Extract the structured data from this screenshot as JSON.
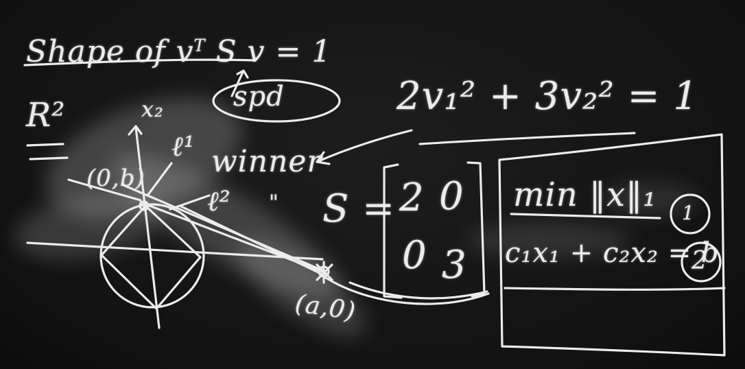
{
  "board": {
    "title": "Shape of v",
    "title_super": "T",
    "title_rest": "S v = 1",
    "spd_label": "spd",
    "equation": "2v₁² + 3v₂² = 1",
    "space_label": "R²",
    "axis_y_label": "x₂",
    "intercept_top": "(0,b)",
    "line_label_1": "ℓ¹",
    "line_label_2": "ℓ²",
    "ditto_mark": "\"",
    "winner_label": "winner",
    "intercept_right": "(a,0)",
    "matrix_name": "S =",
    "matrix_rows": [
      [
        "2",
        "0"
      ],
      [
        "0",
        "3"
      ]
    ],
    "problem_objective": "min ‖x‖₁",
    "norm_circle_1": "1",
    "norm_circle_2": "2",
    "problem_constraint": "c₁x₁ + c₂x₂ = b",
    "chalk_color": "#ececec",
    "board_color": "#161616"
  }
}
